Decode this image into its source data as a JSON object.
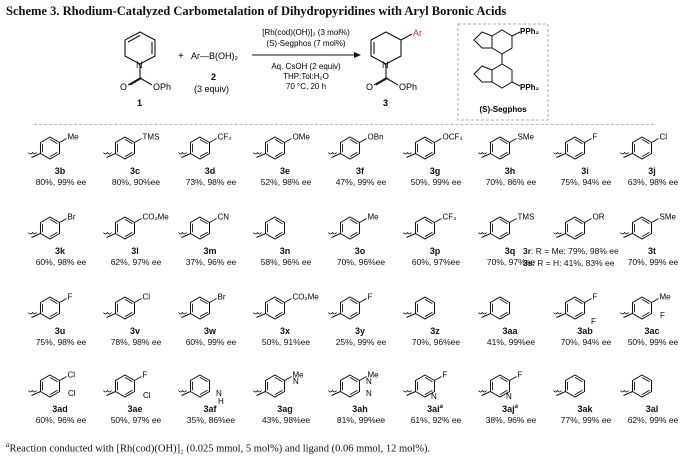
{
  "caption": "Scheme 3. Rhodium-Catalyzed Carbometalation of Dihydropyridines with Aryl Boronic Acids",
  "scheme": {
    "sm1_label": "1",
    "sm1_ester": "OPh",
    "plus": "+",
    "reagent": "Ar—B(OH)₂",
    "reagent_label": "2",
    "reagent_equiv": "(3 equiv)",
    "cond_line1": "[Rh(cod)(OH)]₂ (3 mol%)",
    "cond_line2": "(S)-Segphos (7 mol%)",
    "cond_line3": "Aq. CsOH (2 equiv)",
    "cond_line4": "THP:Tol:H₂O",
    "cond_line5": "70 °C, 20 h",
    "product_label": "3",
    "product_ar": "Ar",
    "product_ester": "OPh",
    "ligand_pph2_top": "PPh₂",
    "ligand_pph2_bottom": "PPh₂",
    "ligand_name": "(S)-Segphos"
  },
  "entries": [
    {
      "label": "3b",
      "result": "80%, 99% ee",
      "sub": "Me"
    },
    {
      "label": "3c",
      "result": "80%, 90%ee",
      "sub": "TMS"
    },
    {
      "label": "3d",
      "result": "73%, 98% ee",
      "sub": "CF₃"
    },
    {
      "label": "3e",
      "result": "52%, 98% ee",
      "sub": "OMe"
    },
    {
      "label": "3f",
      "result": "47%, 99% ee",
      "sub": "OBn"
    },
    {
      "label": "3g",
      "result": "50%, 99% ee",
      "sub": "OCF₃"
    },
    {
      "label": "3h",
      "result": "70%, 86% ee",
      "sub": "SMe"
    },
    {
      "label": "3i",
      "result": "75%, 94% ee",
      "sub": "F"
    },
    {
      "label": "3j",
      "result": "63%, 98% ee",
      "sub": "Cl"
    },
    {
      "label": "3k",
      "result": "60%, 98% ee",
      "sub": "Br"
    },
    {
      "label": "3l",
      "result": "62%, 97% ee",
      "sub": "CO₂Me"
    },
    {
      "label": "3m",
      "result": "37%, 96% ee",
      "sub": "CN"
    },
    {
      "label": "3n",
      "result": "58%, 96% ee",
      "sub": ""
    },
    {
      "label": "3o",
      "result": "70%, 96%ee",
      "sub": "Me"
    },
    {
      "label": "3p",
      "result": "60%, 97%ee",
      "sub": "CF₃"
    },
    {
      "label": "3q",
      "result": "70%, 97%ee",
      "sub": "TMS"
    },
    {
      "label": "",
      "result": "",
      "sub": "OR"
    },
    {
      "label": "3t",
      "result": "70%, 99% ee",
      "sub": "SMe"
    },
    {
      "label": "3u",
      "result": "75%, 98% ee",
      "sub": "F"
    },
    {
      "label": "3v",
      "result": "78%, 98% ee",
      "sub": "Cl"
    },
    {
      "label": "3w",
      "result": "60%, 99% ee",
      "sub": "Br"
    },
    {
      "label": "3x",
      "result": "50%, 91%ee",
      "sub": "CO₂Me"
    },
    {
      "label": "3y",
      "result": "25%, 99% ee",
      "sub": "F"
    },
    {
      "label": "3z",
      "result": "70%, 96%ee",
      "sub": ""
    },
    {
      "label": "3aa",
      "result": "41%, 99%ee",
      "sub": ""
    },
    {
      "label": "3ab",
      "result": "70%, 94% ee",
      "sub": "F"
    },
    {
      "label": "3ac",
      "result": "50%, 99% ee",
      "sub": "Me"
    },
    {
      "label": "3ad",
      "result": "60%, 96% ee",
      "sub": "Cl"
    },
    {
      "label": "3ae",
      "result": "50%, 97% ee",
      "sub": "F"
    },
    {
      "label": "3af",
      "result": "35%, 86%ee",
      "sub": ""
    },
    {
      "label": "3ag",
      "result": "43%, 98%ee",
      "sub": "Me"
    },
    {
      "label": "3ah",
      "result": "81%, 99%ee",
      "sub": "Me"
    },
    {
      "label": "3ai",
      "result": "61%, 92% ee",
      "sub": "F"
    },
    {
      "label": "3aj",
      "result": "38%, 96% ee",
      "sub": "F"
    },
    {
      "label": "3ak",
      "result": "77%, 99% ee",
      "sub": ""
    },
    {
      "label": "3al",
      "result": "62%, 99% ee",
      "sub": ""
    }
  ],
  "entry_3r_3s": {
    "line1_label": "3r",
    "line1_text": ": R = Me: 79%, 98% ee",
    "line2_label": "3s",
    "line2_text": ": R = H: 41%, 83% ee"
  },
  "extra_labels": {
    "ab_f2": "F",
    "ac_f": "F",
    "ad_cl2": "Cl",
    "ae_cl": "Cl",
    "af_nh": "N",
    "af_h": "H",
    "ag_n": "N",
    "ah_n1": "N",
    "ah_n2": "N",
    "ai_n": "N",
    "aj_n": "N",
    "sup_a": "a"
  },
  "footnote": {
    "marker": "a",
    "text": "Reaction conducted with [Rh(cod)(OH)]₂ (0.025 mmol, 5 mol%) and ligand (0.06 mmol, 12 mol%)."
  }
}
